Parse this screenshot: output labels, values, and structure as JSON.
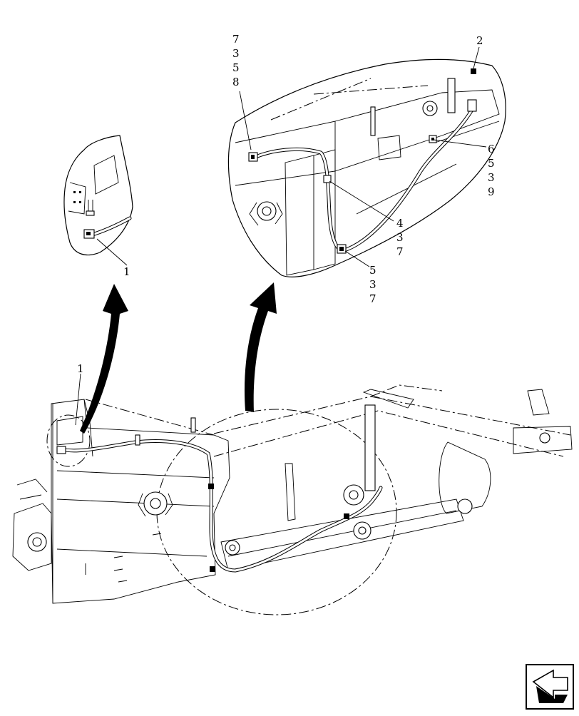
{
  "diagram": {
    "detail_left_callouts": [
      "1"
    ],
    "detail_right_callouts": {
      "top_left_stack": [
        "7",
        "3",
        "5",
        "8"
      ],
      "top_right": [
        "2"
      ],
      "right_stack": [
        "6",
        "5",
        "3",
        "9"
      ],
      "middle_stack": [
        "4",
        "3",
        "7"
      ],
      "bottom_stack": [
        "5",
        "3",
        "7"
      ]
    },
    "main_view_callouts": [
      "1"
    ],
    "nav_icon": "page-navigation-arrow-icon"
  }
}
